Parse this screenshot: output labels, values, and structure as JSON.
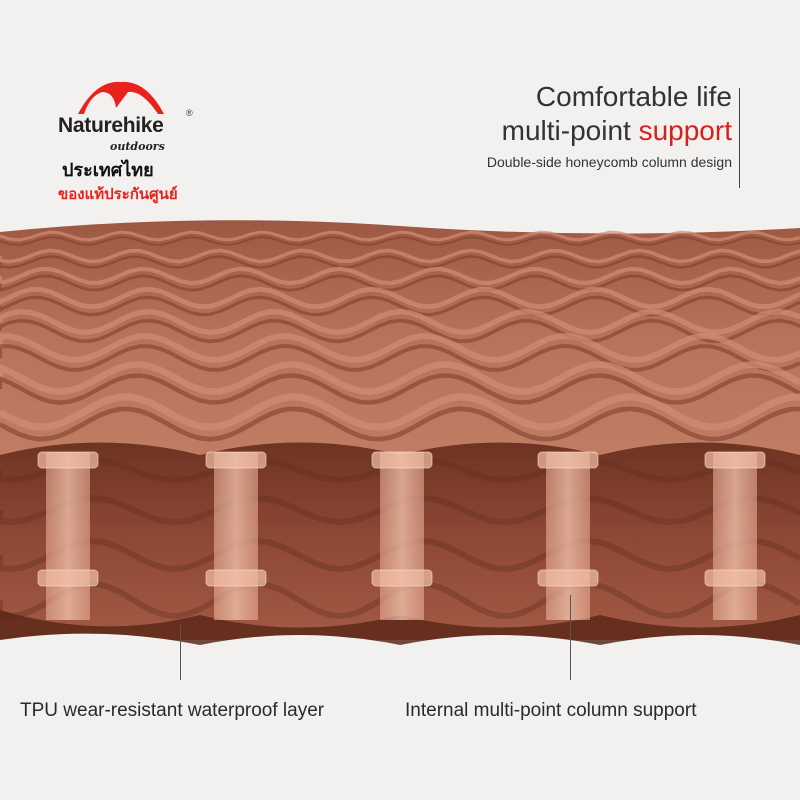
{
  "brand": {
    "name": "Naturehike",
    "registered_mark": "®",
    "tagline": "outdoors",
    "thai_line1": "ประเทศไทย",
    "thai_line2": "ของแท้ประกันศูนย์",
    "arc_color": "#e8231d"
  },
  "headline": {
    "line1": "Comfortable life",
    "line2_prefix": "multi-point ",
    "line2_accent": "support",
    "line3": "Double-side honeycomb column design",
    "accent_color": "#d8201a"
  },
  "callouts": {
    "left": "TPU wear-resistant waterproof layer",
    "right": "Internal multi-point column support"
  },
  "colors": {
    "background": "#f2f1ef",
    "mat_top": "#b66e53",
    "mat_shadow": "#7a3c2a",
    "mat_inner": "#8c4634",
    "column": "#e8a78f"
  }
}
